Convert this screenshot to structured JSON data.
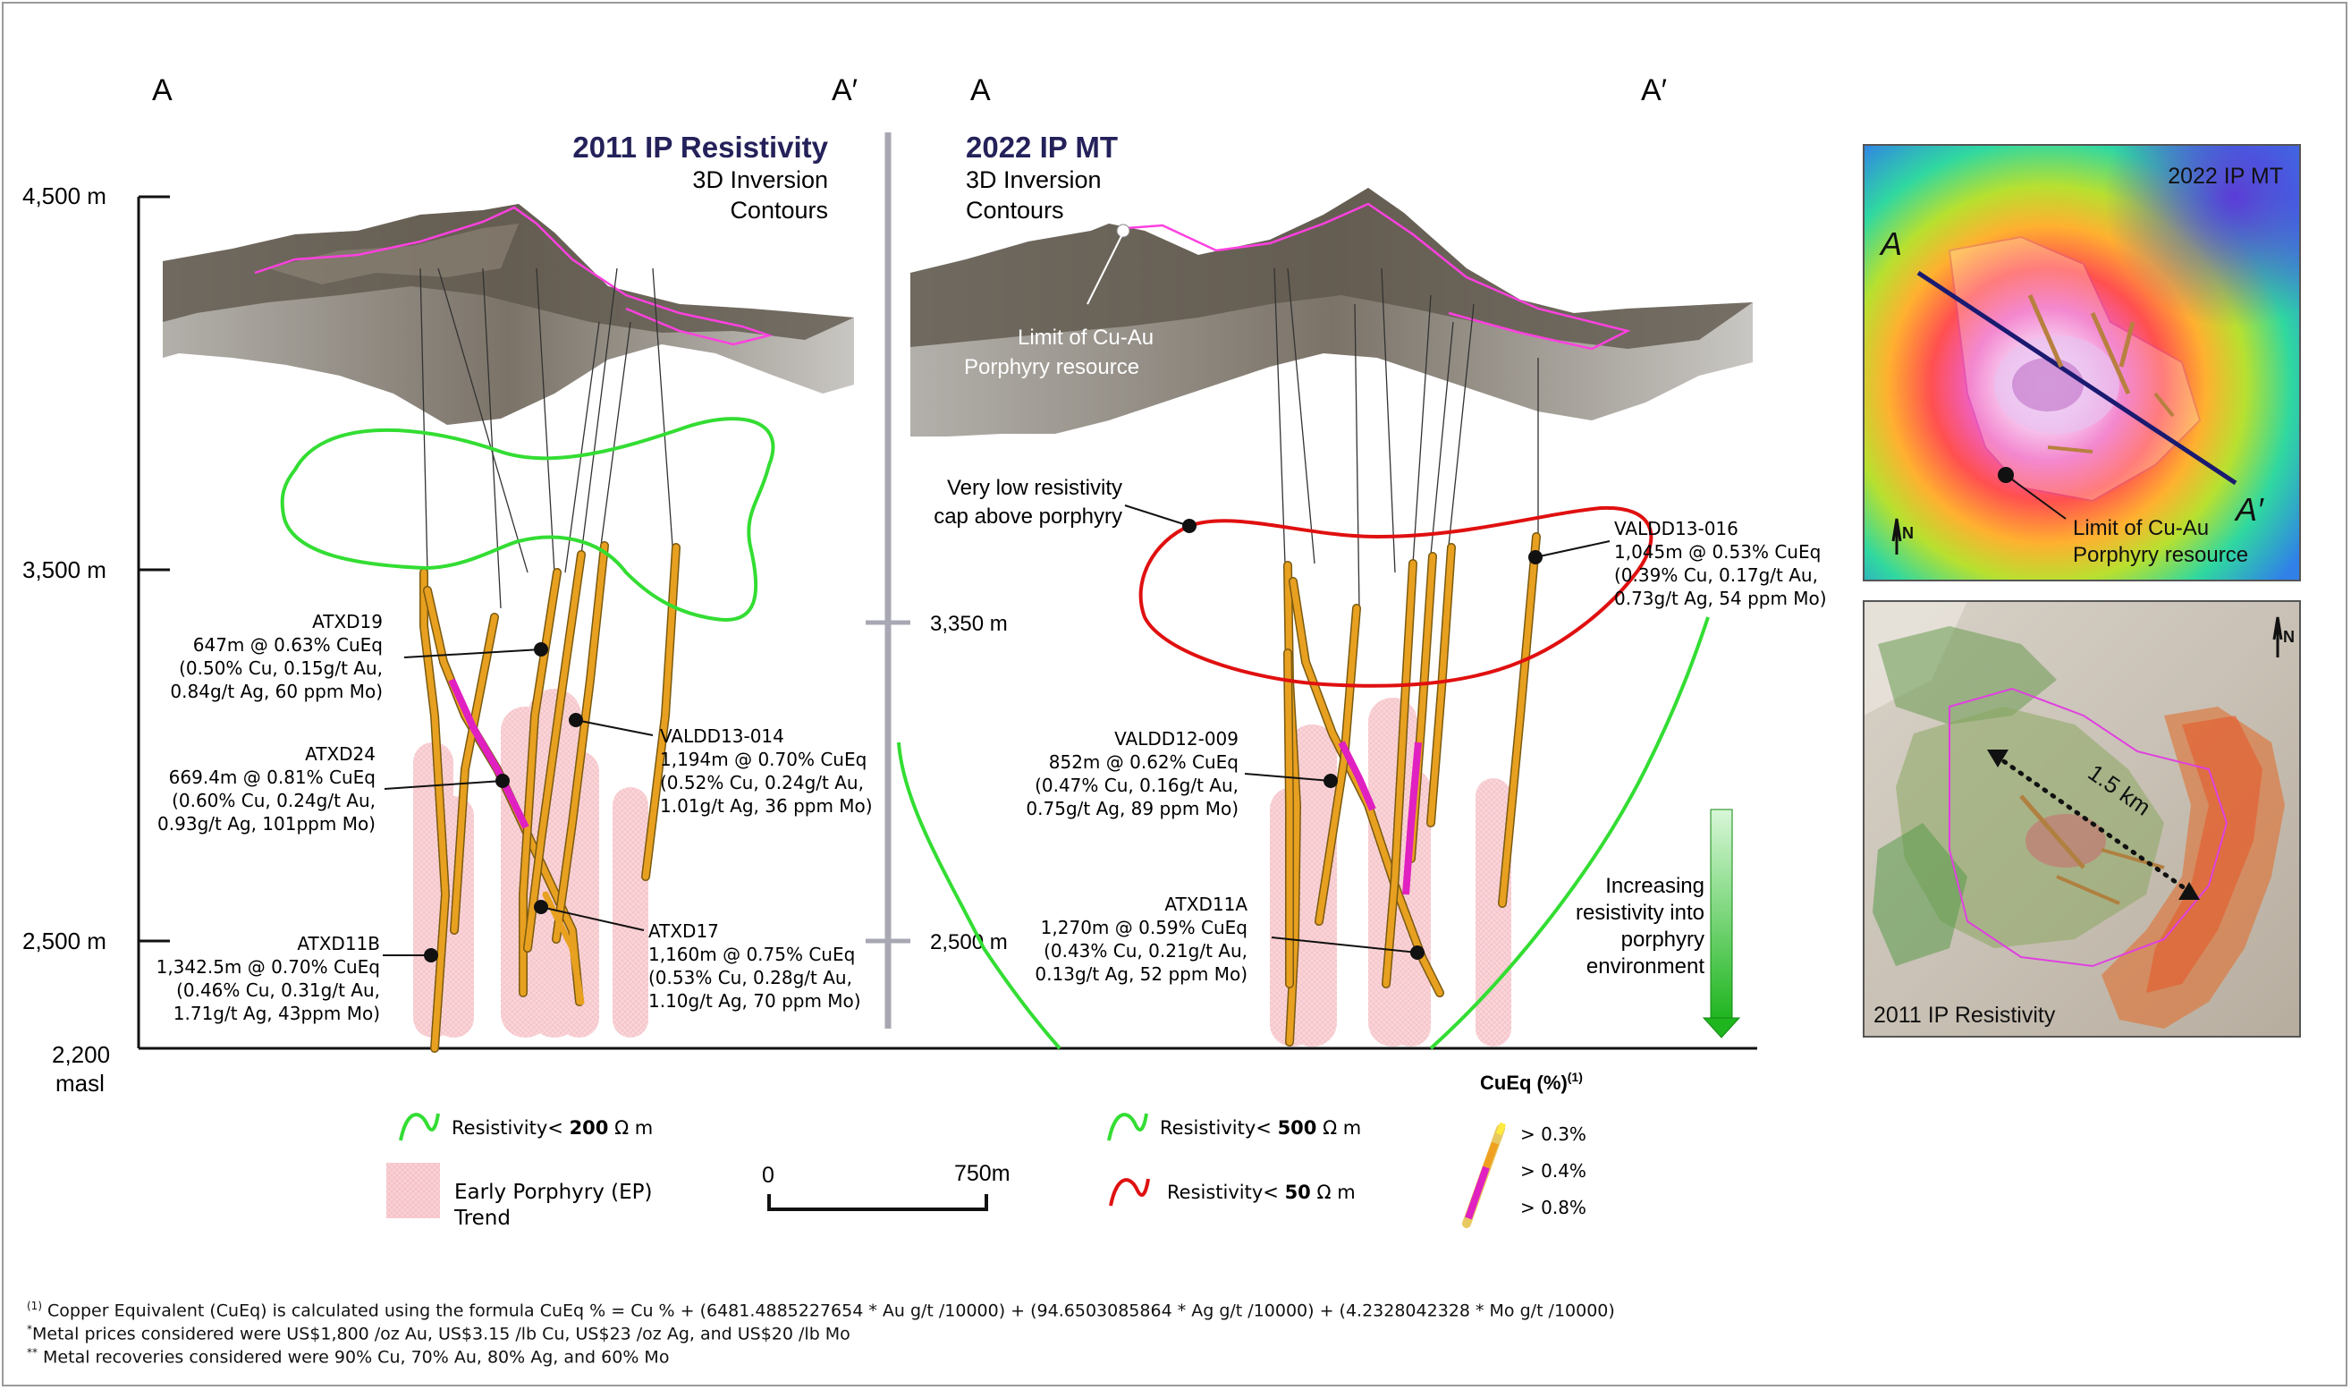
{
  "left_panel": {
    "section_start": "A",
    "section_end": "A′",
    "title": "2011 IP Resistivity",
    "subtitle_1": "3D Inversion",
    "subtitle_2": "Contours"
  },
  "right_panel": {
    "section_start": "A",
    "section_end": "A′",
    "title": "2022 IP MT",
    "subtitle_1": "3D Inversion",
    "subtitle_2": "Contours",
    "resource_limit_1": "Limit of Cu-Au",
    "resource_limit_2": "Porphyry resource",
    "cap_label_1": "Very low resistivity",
    "cap_label_2": "cap above porphyry",
    "increasing_1": "Increasing",
    "increasing_2": "resistivity into",
    "increasing_3": "porphyry",
    "increasing_4": "environment"
  },
  "elevation_axis": {
    "tick_4500": "4,500 m",
    "tick_3500": "3,500 m",
    "tick_2500": "2,500 m",
    "tick_2200_a": "2,200",
    "tick_2200_b": "masl",
    "mid_3350": "3,350 m",
    "mid_2500": "2,500 m"
  },
  "drill_holes": {
    "atxd19": {
      "name": "ATXD19",
      "l1": "647m @ 0.63% CuEq",
      "l2": "(0.50% Cu, 0.15g/t Au,",
      "l3": "0.84g/t Ag, 60 ppm Mo)"
    },
    "atxd24": {
      "name": "ATXD24",
      "l1": "669.4m @ 0.81% CuEq",
      "l2": "(0.60% Cu, 0.24g/t Au,",
      "l3": "0.93g/t Ag, 101ppm Mo)"
    },
    "atxd11b": {
      "name": "ATXD11B",
      "l1": "1,342.5m @ 0.70% CuEq",
      "l2": "(0.46% Cu, 0.31g/t Au,",
      "l3": "1.71g/t Ag, 43ppm Mo)"
    },
    "valdd13_014": {
      "name": "VALDD13-014",
      "l1": "1,194m @ 0.70% CuEq",
      "l2": "(0.52% Cu, 0.24g/t Au,",
      "l3": "1.01g/t Ag, 36 ppm Mo)"
    },
    "atxd17": {
      "name": "ATXD17",
      "l1": "1,160m @ 0.75% CuEq",
      "l2": "(0.53% Cu, 0.28g/t Au,",
      "l3": "1.10g/t Ag, 70 ppm Mo)"
    },
    "valdd12_009": {
      "name": "VALDD12-009",
      "l1": "852m @ 0.62% CuEq",
      "l2": "(0.47% Cu, 0.16g/t Au,",
      "l3": "0.75g/t Ag, 89 ppm Mo)"
    },
    "atxd11a": {
      "name": "ATXD11A",
      "l1": "1,270m @ 0.59% CuEq",
      "l2": "(0.43% Cu, 0.21g/t Au,",
      "l3": "0.13g/t Ag, 52 ppm Mo)"
    },
    "valdd13_016": {
      "name": "VALDD13-016",
      "l1": "1,045m @ 0.53% CuEq",
      "l2": "(0.39% Cu, 0.17g/t Au,",
      "l3": "0.73g/t Ag, 54 ppm Mo)"
    }
  },
  "legend": {
    "res200_prefix": "Resistivity< ",
    "res200_value": "200",
    "res200_unit": " Ω m",
    "res500_prefix": "Resistivity< ",
    "res500_value": "500",
    "res500_unit": " Ω m",
    "res50_prefix": "Resistivity< ",
    "res50_value": "50",
    "res50_unit": " Ω m",
    "ep_1": "Early Porphyry (EP)",
    "ep_2": "Trend",
    "scale_start": "0",
    "scale_end": "750m",
    "cueq_title": "CuEq (%)",
    "cueq_sup": "(1)",
    "cueq_1": "> 0.3%",
    "cueq_2": "> 0.4%",
    "cueq_3": "> 0.8%"
  },
  "insets": {
    "mt_title": "2022 IP MT",
    "mt_a": "A",
    "mt_a_prime": "A′",
    "mt_limit_1": "Limit of Cu-Au",
    "mt_limit_2": "Porphyry resource",
    "res_title": "2011 IP Resistivity",
    "res_distance": "1.5 km",
    "north": "N"
  },
  "footnotes": {
    "f1_sup": "(1)",
    "f1": " Copper Equivalent (CuEq) is calculated using the formula CuEq % = Cu % + (6481.4885227654 * Au g/t /10000) + (94.6503085864 * Ag g/t /10000) + (4.2328042328 * Mo g/t /10000)",
    "f2_sup": "*",
    "f2": "Metal prices considered were US$1,800 /oz Au, US$3.15 /lb Cu, US$23 /oz Ag, and US$20 /lb Mo",
    "f3_sup": "**",
    "f3": " Metal recoveries considered were 90% Cu, 70% Au, 80% Ag, and 60% Mo"
  },
  "colors": {
    "low_res_green": "#33dd33",
    "very_low_res_red": "#e01010",
    "drill_orange": "#e8a020",
    "high_grade_magenta": "#e020c0",
    "ep_pink": "#f4a0a8",
    "title_navy": "#24215a"
  }
}
